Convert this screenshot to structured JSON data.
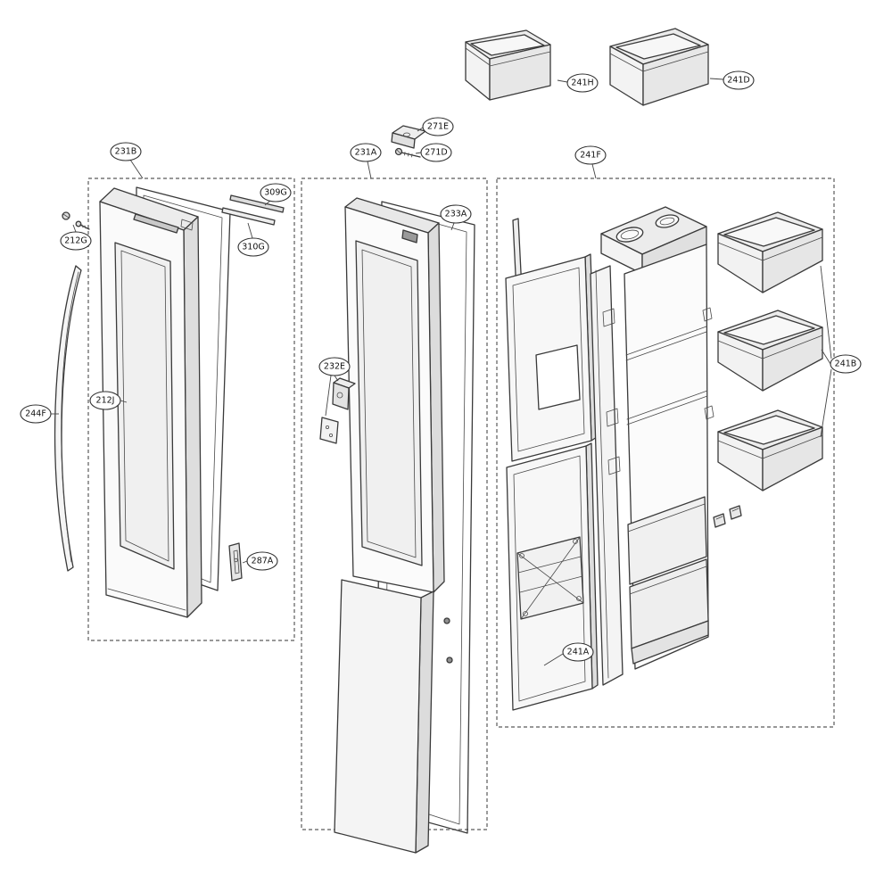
{
  "callouts": {
    "c241H": "241H",
    "c241D": "241D",
    "c231B": "231B",
    "c212G": "212G",
    "c244F": "244F",
    "c212J": "212J",
    "c309G": "309G",
    "c310G": "310G",
    "c287A": "287A",
    "c231A": "231A",
    "c271E": "271E",
    "c271D": "271D",
    "c233A": "233A",
    "c232E": "232E",
    "c241F": "241F",
    "c241A": "241A",
    "c241B": "241B"
  },
  "colors": {
    "line": "#3a3a3a",
    "background": "#ffffff"
  }
}
